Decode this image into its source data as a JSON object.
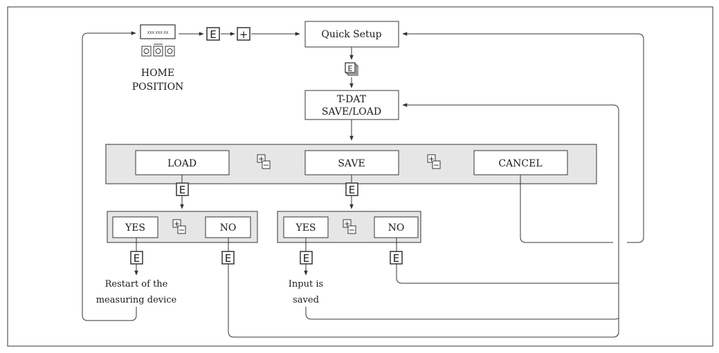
{
  "diagram": {
    "home_position": {
      "line1": "HOME",
      "line2": "POSITION",
      "display_text": "XXX.XXX.XX"
    },
    "keys": {
      "enter": "E",
      "plus": "+",
      "minus": "−"
    },
    "quick_setup": "Quick Setup",
    "tdat": {
      "line1": "T-DAT",
      "line2": "SAVE/LOAD"
    },
    "options": {
      "load": "LOAD",
      "save": "SAVE",
      "cancel": "CANCEL"
    },
    "load_confirm": {
      "yes": "YES",
      "no": "NO"
    },
    "save_confirm": {
      "yes": "YES",
      "no": "NO"
    },
    "restart_note": {
      "line1": "Restart of the",
      "line2": "measuring device"
    },
    "saved_note": {
      "line1": "Input is",
      "line2": "saved"
    }
  }
}
